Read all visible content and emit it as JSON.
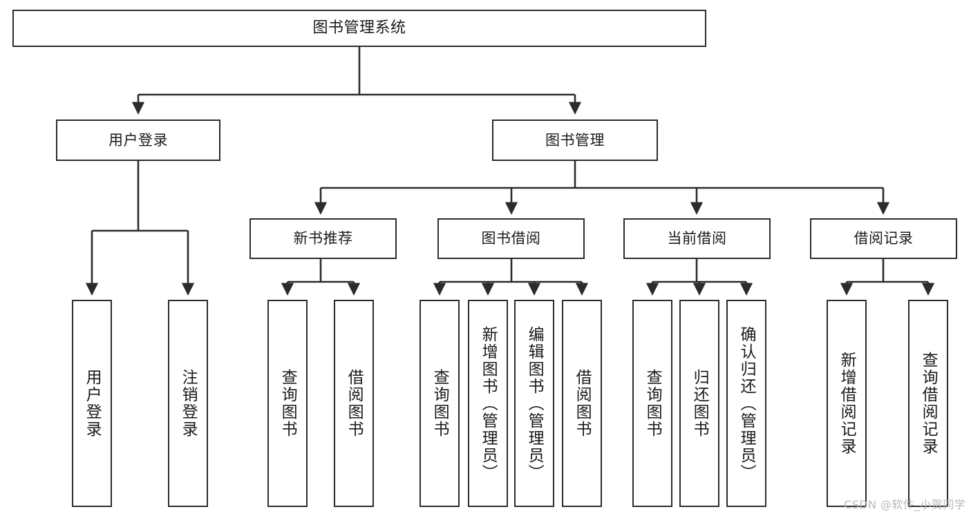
{
  "diagram": {
    "title": "图书管理系统",
    "type": "tree-hierarchy-diagram",
    "watermark": "CSDN @软件_小贺同学",
    "colors": {
      "box_border": "#2b2b2b",
      "box_fill": "#ffffff",
      "connector": "#2b2b2b",
      "text": "#1a1a1a",
      "watermark": "#b9b9b9",
      "background": "#ffffff"
    }
  },
  "nodes": {
    "root": {
      "label": "图书管理系统"
    },
    "level1": [
      {
        "id": "user-login",
        "label": "用户登录"
      },
      {
        "id": "book-manage",
        "label": "图书管理"
      }
    ],
    "level2": [
      {
        "id": "new-book-recommend",
        "label": "新书推荐"
      },
      {
        "id": "book-borrow",
        "label": "图书借阅"
      },
      {
        "id": "current-borrow",
        "label": "当前借阅"
      },
      {
        "id": "borrow-record",
        "label": "借阅记录"
      }
    ],
    "leaves": {
      "user-login": [
        {
          "id": "leaf-user-login",
          "label": "用户登录"
        },
        {
          "id": "leaf-logout-login",
          "label": "注销登录"
        }
      ],
      "new-book-recommend": [
        {
          "id": "leaf-query-book-1",
          "label": "查询图书"
        },
        {
          "id": "leaf-borrow-book-1",
          "label": "借阅图书"
        }
      ],
      "book-borrow": [
        {
          "id": "leaf-query-book-2",
          "label": "查询图书"
        },
        {
          "id": "leaf-add-book",
          "label": "新增图书（管理员）"
        },
        {
          "id": "leaf-edit-book",
          "label": "编辑图书（管理员）"
        },
        {
          "id": "leaf-borrow-book-2",
          "label": "借阅图书"
        }
      ],
      "current-borrow": [
        {
          "id": "leaf-query-book-3",
          "label": "查询图书"
        },
        {
          "id": "leaf-return-book",
          "label": "归还图书"
        },
        {
          "id": "leaf-confirm-return",
          "label": "确认归还（管理员）"
        }
      ],
      "borrow-record": [
        {
          "id": "leaf-add-record",
          "label": "新增借阅记录"
        },
        {
          "id": "leaf-query-record",
          "label": "查询借阅记录"
        }
      ]
    }
  }
}
